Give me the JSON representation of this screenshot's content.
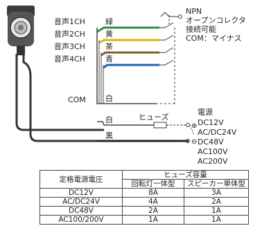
{
  "switch": {
    "type_label": "NPN",
    "note_line1": "オープンコレクタ",
    "note_line2": "接続可能",
    "note_line3": "COM：マイナス"
  },
  "channels": [
    {
      "label": "音声1CH",
      "wire": "緑",
      "color": "#2e8b3c"
    },
    {
      "label": "音声2CH",
      "wire": "黄",
      "color": "#d9b400"
    },
    {
      "label": "音声3CH",
      "wire": "茶",
      "color": "#8a5a2b"
    },
    {
      "label": "音声4CH",
      "wire": "青",
      "color": "#1f5fb0"
    }
  ],
  "com": {
    "label": "COM",
    "wire": "白"
  },
  "power": {
    "wire_white": "白",
    "wire_black": "黒",
    "fuse_label": "ヒューズ",
    "plus_symbol": "⊕",
    "minus_symbol": "⊖",
    "title": "電源",
    "voltages": [
      "DC12V",
      "AC/DC24V",
      "DC48V",
      "AC100V",
      "AC200V"
    ]
  },
  "table": {
    "col0_header": "定格電源電圧",
    "group_header": "ヒューズ容量",
    "sub_headers": [
      "回転灯一体型",
      "スピーカー単体型"
    ],
    "rows": [
      {
        "voltage": "DC12V",
        "integrated": "8A",
        "speaker": "3A"
      },
      {
        "voltage": "AC/DC24V",
        "integrated": "4A",
        "speaker": "2A"
      },
      {
        "voltage": "DC48V",
        "integrated": "2A",
        "speaker": "1A"
      },
      {
        "voltage": "AC100/200V",
        "integrated": "1A",
        "speaker": "1A"
      }
    ]
  }
}
